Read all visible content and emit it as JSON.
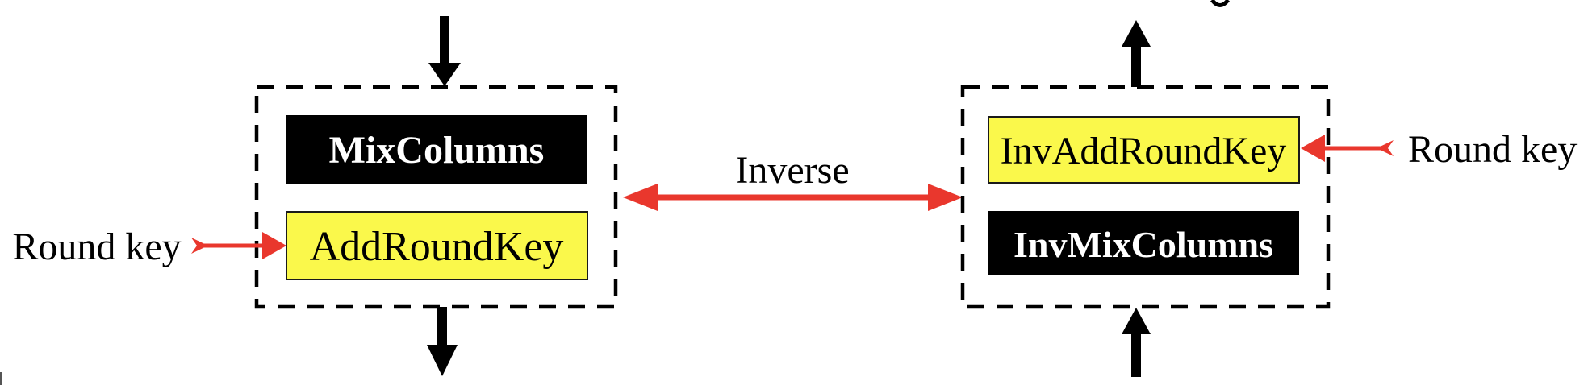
{
  "colors": {
    "yellow": "#FAF84B",
    "red": "#E9372D",
    "black": "#000000",
    "white": "#FFFFFF",
    "fragment_gray": "#555555"
  },
  "left_group": {
    "top_box_label": "MixColumns",
    "bottom_box_label": "AddRoundKey",
    "side_label": "Round key"
  },
  "center": {
    "label": "Inverse"
  },
  "right_group": {
    "top_box_label": "InvAddRoundKey",
    "bottom_box_label": "InvMixColumns",
    "side_label": "Round key"
  }
}
